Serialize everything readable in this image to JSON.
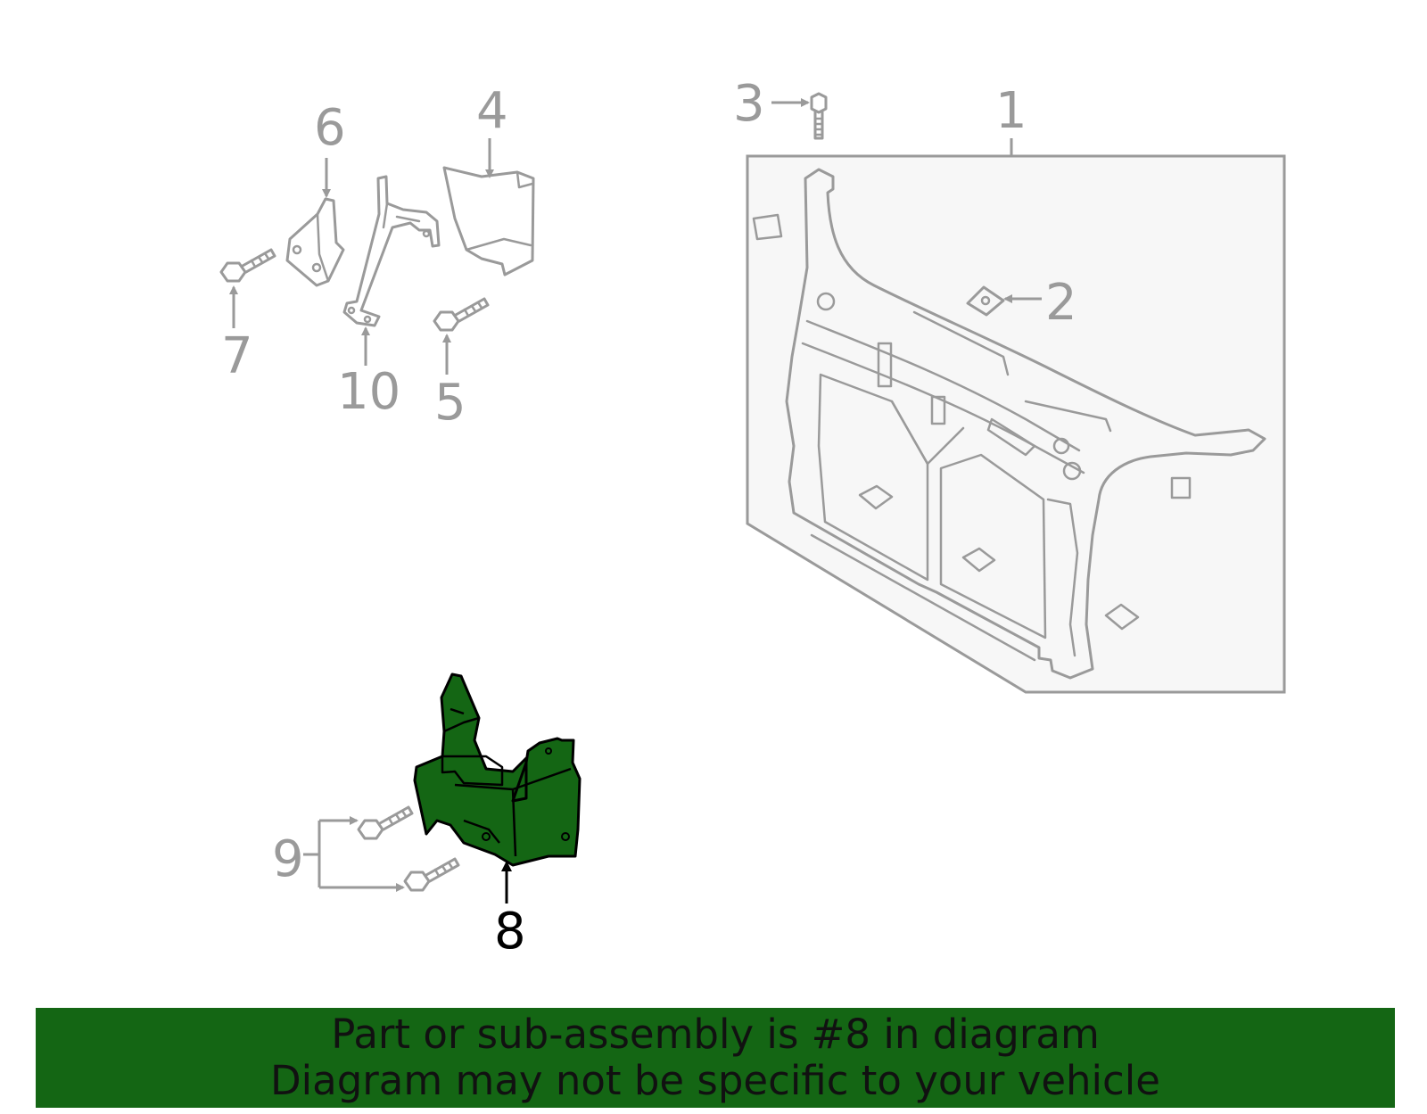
{
  "colors": {
    "highlight": "#146614",
    "banner_bg": "#146614",
    "line": "#9a9a9a",
    "panel_bg": "#f7f7f7"
  },
  "callouts": {
    "n1": "1",
    "n2": "2",
    "n3": "3",
    "n4": "4",
    "n5": "5",
    "n6": "6",
    "n7": "7",
    "n8": "8",
    "n9": "9",
    "n10": "10"
  },
  "banner": {
    "line1": "Part or sub-assembly is #8 in diagram",
    "line2": "Diagram may not be specific to your vehicle"
  }
}
